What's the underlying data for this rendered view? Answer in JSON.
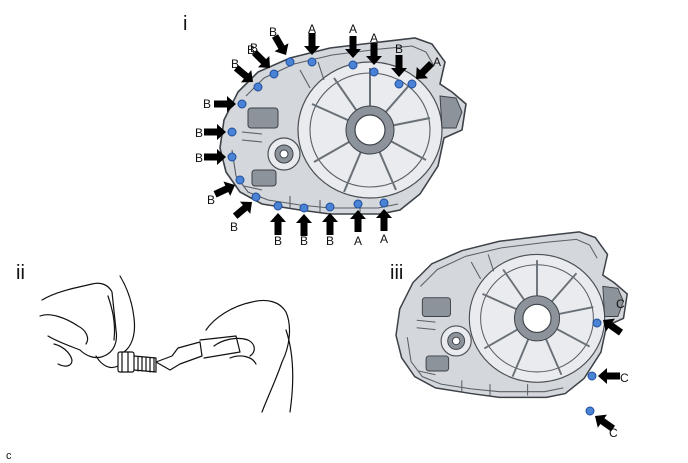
{
  "panels": {
    "i": "i",
    "ii": "ii",
    "iii": "iii"
  },
  "corner_mark": "c",
  "bolts_i": [
    "A",
    "A",
    "A",
    "B",
    "A",
    "B",
    "B",
    "B",
    "B",
    "B",
    "B",
    "B",
    "B",
    "B",
    "B",
    "B",
    "B",
    "A",
    "A",
    "B"
  ],
  "bolts_iii": [
    "C",
    "C",
    "C"
  ],
  "colors": {
    "bolt": "#4a82d6",
    "arrow": "#000000"
  }
}
